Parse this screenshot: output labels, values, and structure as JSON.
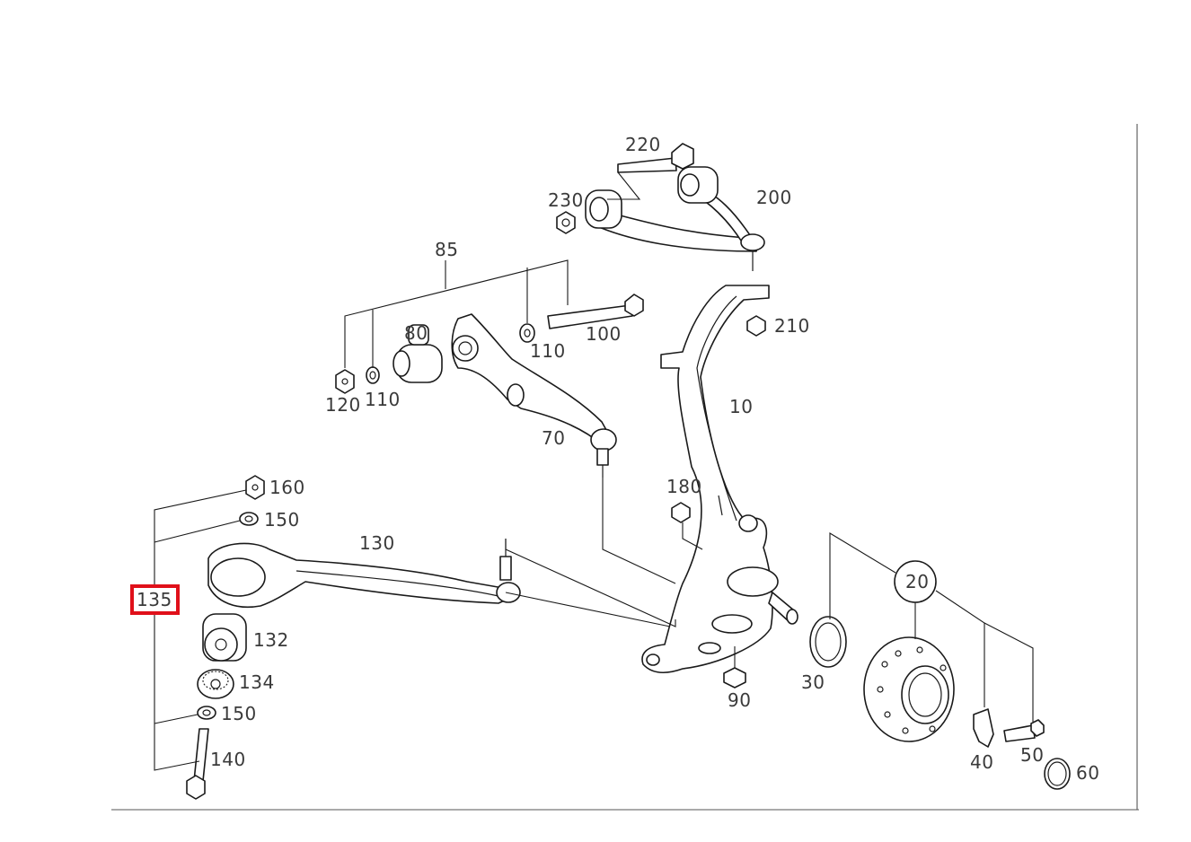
{
  "diagram": {
    "highlight_color": "#e0101a",
    "line_color": "#1a1a1a",
    "label_color": "#3a3a3a",
    "highlighted_part": "135",
    "parts": {
      "p10": "10",
      "p20": "20",
      "p30": "30",
      "p40": "40",
      "p50": "50",
      "p60": "60",
      "p70": "70",
      "p80": "80",
      "p85": "85",
      "p90": "90",
      "p100": "100",
      "p110a": "110",
      "p110b": "110",
      "p120": "120",
      "p130": "130",
      "p132": "132",
      "p134": "134",
      "p135": "135",
      "p140": "140",
      "p150a": "150",
      "p150b": "150",
      "p160": "160",
      "p180": "180",
      "p200": "200",
      "p210": "210",
      "p220": "220",
      "p230": "230"
    }
  }
}
